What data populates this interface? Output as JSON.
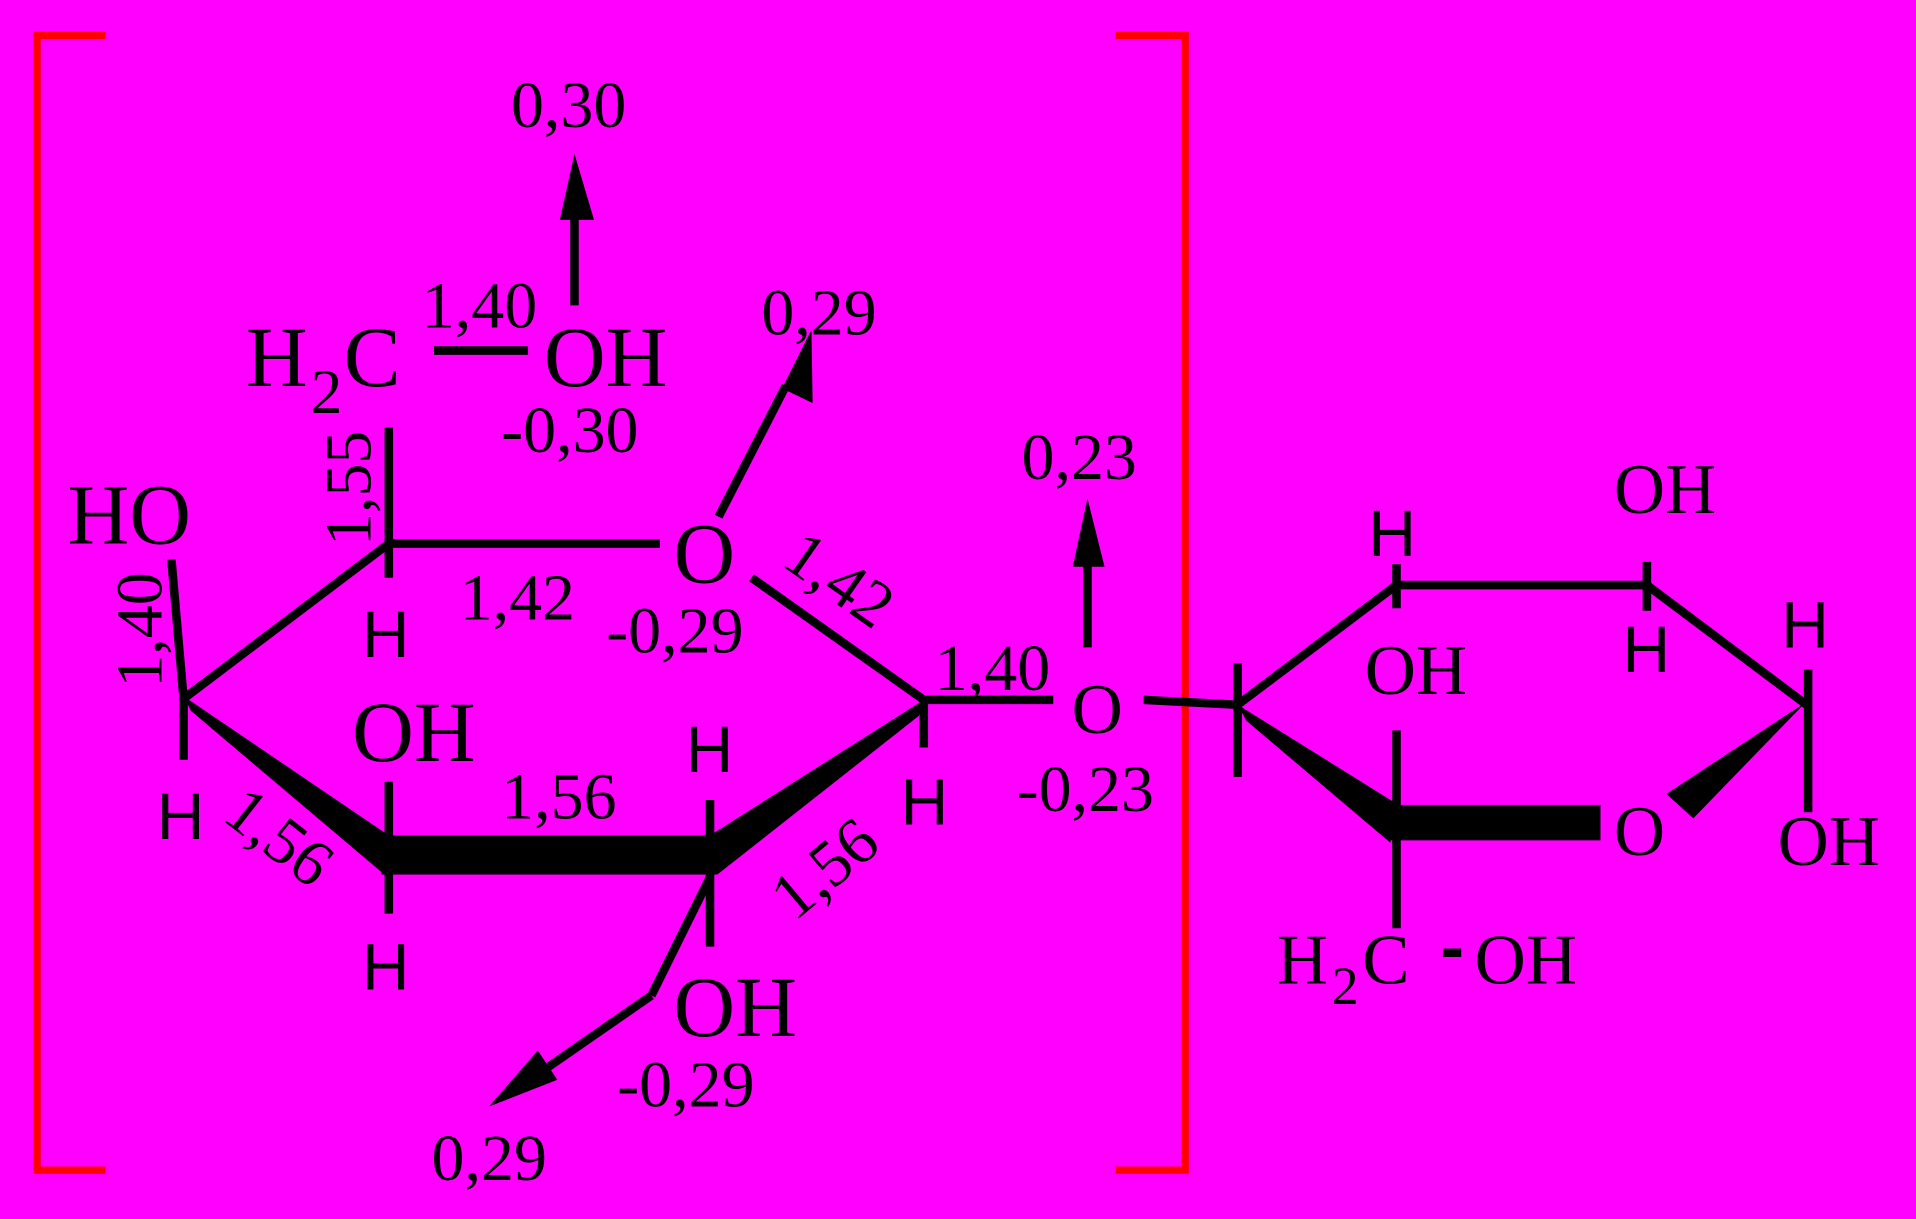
{
  "colors": {
    "background": "#FF00FF",
    "bracket": "#FF0000",
    "structure": "#000000"
  },
  "labels": {
    "ch2_h": "H",
    "ch2_sub": "2",
    "ch2_c": "C",
    "ch2_oh": "OH",
    "ring_o": "O",
    "c4_ho": "HO",
    "c3_oh": "OH",
    "c2_oh": "OH",
    "h_a": "H",
    "h_b": "H",
    "h_c": "H",
    "h_d": "H",
    "h_e": "H",
    "glyco_o": "O",
    "r_h_top": "H",
    "r_oh_top": "OH",
    "r_oh_mid": "OH",
    "r_h_mid": "H",
    "r_h_right": "H",
    "r_ring_o": "O",
    "r_oh_right": "OH",
    "r_ch2_h": "H",
    "r_ch2_sub": "2",
    "r_ch2_c": "C",
    "r_ch2_dash": "-",
    "r_ch2_oh": "OH"
  },
  "bond_lengths": {
    "c6_o6": "1,40",
    "c5_c6": "1,55",
    "c4_o4": "1,40",
    "c5_o5": "1,42",
    "o5_c1": "1,42",
    "c1_o1": "1,40",
    "c2_c3": "1,56",
    "c3_c4": "1,56",
    "c1_c2": "1,56"
  },
  "charges": {
    "h_o6": "0,30",
    "o6": "-0,30",
    "o5_arrow": "0,29",
    "o5": "-0,29",
    "o1_arrow": "0,23",
    "o1": "-0,23",
    "o2": "-0,29",
    "o2_arrow": "0,29"
  }
}
